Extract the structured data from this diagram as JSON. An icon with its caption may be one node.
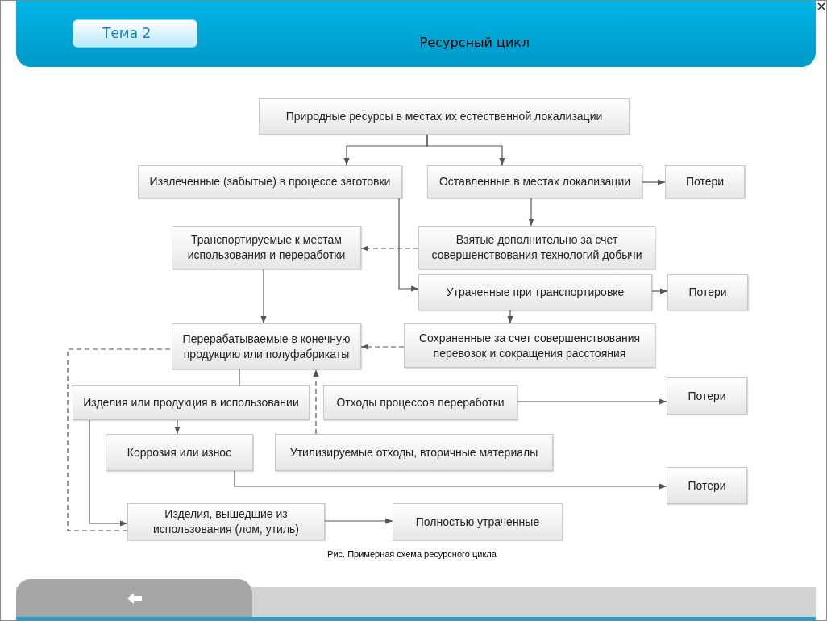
{
  "diagram": {
    "title": "Ресурсный цикл",
    "caption": "Рис. Примерная схема ресурсного цикла",
    "nodes": [
      {
        "text": [
          "Природные ресурсы в местах их естественной локализации"
        ]
      },
      {
        "text": [
          "Извлеченные (забытые) в процессе заготовки"
        ]
      },
      {
        "text": [
          "Оставленные в местах локализации"
        ]
      },
      {
        "text": [
          "Потери"
        ]
      },
      {
        "text": [
          "Транспортируемые к местам использования и переработки"
        ]
      },
      {
        "text": [
          "Взятые дополнительно за счет совершенствования технологий добычи"
        ]
      },
      {
        "text": [
          "Утраченные при транспортировке"
        ]
      },
      {
        "text": [
          "Потери"
        ]
      },
      {
        "text": [
          "Перерабатываемые в конечную продукцию или полуфабрикаты"
        ]
      },
      {
        "text": [
          "Сохраненные за счет совершенствования перевозок и сокращения расстояния"
        ]
      },
      {
        "text": [
          "Изделия или продукция в использовании"
        ]
      },
      {
        "text": [
          "Отходы процессов переработки"
        ]
      },
      {
        "text": [
          "Потери"
        ]
      },
      {
        "text": [
          "Коррозия или износ"
        ]
      },
      {
        "text": [
          "Утилизируемые отходы, вторичные материалы"
        ]
      },
      {
        "text": [
          "Потери"
        ]
      },
      {
        "text": [
          "Изделия, вышедшие из использования (лом, утиль)"
        ]
      },
      {
        "text": [
          "Полностью утраченные"
        ]
      }
    ],
    "edges": [
      {
        "from": 0,
        "to": 1,
        "arrow": "to"
      },
      {
        "from": 0,
        "to": 2,
        "arrow": "to"
      },
      {
        "from": 2,
        "to": 3,
        "arrow": "to"
      },
      {
        "from": 1,
        "to": 6,
        "arrow": "to"
      },
      {
        "from": 2,
        "to": 5,
        "arrow": "to"
      },
      {
        "from": 5,
        "to": 4,
        "arrow": "to",
        "style": "dashed"
      },
      {
        "from": 4,
        "to": 8,
        "arrow": "to"
      },
      {
        "from": 6,
        "to": 7,
        "arrow": "to"
      },
      {
        "from": 6,
        "to": 9,
        "arrow": "to"
      },
      {
        "from": 9,
        "to": 8,
        "arrow": "to",
        "style": "dashed"
      },
      {
        "from": 8,
        "to": 10,
        "arrow": "none"
      },
      {
        "from": 11,
        "to": 12,
        "arrow": "to"
      },
      {
        "from": 10,
        "to": 13,
        "arrow": "to"
      },
      {
        "from": 14,
        "to": 8,
        "arrow": "to",
        "style": "dashed"
      },
      {
        "from": 13,
        "to": 15,
        "arrow": "to"
      },
      {
        "from": 10,
        "to": 16,
        "arrow": "to"
      },
      {
        "from": 16,
        "to": 17,
        "arrow": "to"
      },
      {
        "from": 16,
        "to": 8,
        "arrow": "none",
        "style": "dashed"
      }
    ],
    "labels": [
      "Тема 2"
    ]
  }
}
